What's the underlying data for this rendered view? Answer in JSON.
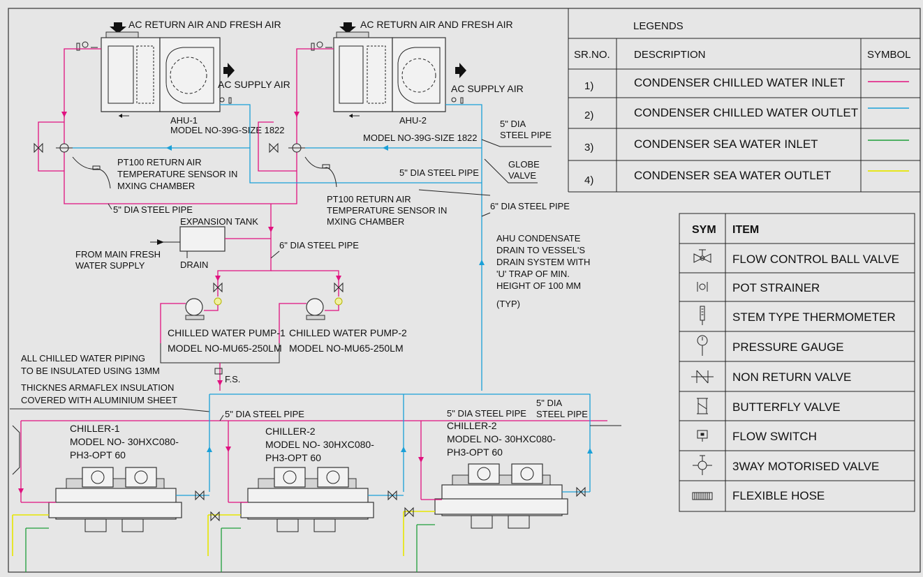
{
  "legend": {
    "title": "LEGENDS",
    "headers": [
      "SR.NO.",
      "DESCRIPTION",
      "SYMBOL"
    ],
    "rows": [
      {
        "no": "1)",
        "desc": "CONDENSER CHILLED WATER INLET",
        "color": "#e0117f"
      },
      {
        "no": "2)",
        "desc": "CONDENSER CHILLED WATER OUTLET",
        "color": "#1aa0d8"
      },
      {
        "no": "3)",
        "desc": "CONDENSER SEA WATER INLET",
        "color": "#1f9e3a"
      },
      {
        "no": "4)",
        "desc": "CONDENSER SEA WATER OUTLET",
        "color": "#e6e600"
      }
    ]
  },
  "symbols": {
    "headers": [
      "SYM",
      "ITEM"
    ],
    "rows": [
      {
        "icon": "flow-control-ball-valve-icon",
        "item": "FLOW CONTROL BALL VALVE"
      },
      {
        "icon": "pot-strainer-icon",
        "item": "POT STRAINER"
      },
      {
        "icon": "stem-thermometer-icon",
        "item": "STEM TYPE THERMOMETER"
      },
      {
        "icon": "pressure-gauge-icon",
        "item": "PRESSURE GAUGE"
      },
      {
        "icon": "non-return-valve-icon",
        "item": "NON RETURN VALVE"
      },
      {
        "icon": "butterfly-valve-icon",
        "item": "BUTTERFLY VALVE"
      },
      {
        "icon": "flow-switch-icon",
        "item": "FLOW SWITCH"
      },
      {
        "icon": "three-way-valve-icon",
        "item": "3WAY MOTORISED VALVE"
      },
      {
        "icon": "flexible-hose-icon",
        "item": "FLEXIBLE HOSE"
      }
    ]
  },
  "ahu1": {
    "intake": "AC RETURN AIR AND FRESH AIR",
    "supply": "AC SUPPLY AIR",
    "name": "AHU-1",
    "model": "MODEL NO-39G-SIZE 1822",
    "sensor": [
      "PT100 RETURN AIR",
      "TEMPERATURE SENSOR  IN",
      "MXING CHAMBER"
    ]
  },
  "ahu2": {
    "intake": "AC RETURN AIR AND FRESH AIR",
    "supply": "AC SUPPLY AIR",
    "name": "AHU-2",
    "model": "MODEL NO-39G-SIZE 1822",
    "sensor": [
      "PT100 RETURN AIR",
      "TEMPERATURE SENSOR  IN",
      "MXING CHAMBER"
    ]
  },
  "pipes": {
    "p5_dia_steel": "5\" DIA STEEL PIPE",
    "p5_dia_a": "5\" DIA",
    "p_steel_pipe": "STEEL PIPE",
    "p6_dia_steel": "6\" DIA STEEL PIPE",
    "globe": "GLOBE",
    "valve": "VALVE"
  },
  "expansion": {
    "title": "EXPANSION TANK",
    "drain": "DRAIN",
    "supply": [
      "FROM MAIN FRESH",
      "WATER SUPPLY"
    ]
  },
  "condensate": [
    "AHU CONDENSATE",
    "DRAIN TO VESSEL'S",
    "DRAIN SYSTEM WITH",
    "'U' TRAP OF MIN.",
    "HEIGHT OF 100 MM",
    "(TYP)"
  ],
  "pumps": {
    "pump1": "CHILLED WATER PUMP-1",
    "pump2": "CHILLED WATER PUMP-2",
    "model": "MODEL NO-MU65-250LM",
    "fs": "F.S."
  },
  "insulation": [
    "ALL CHILLED WATER PIPING",
    "TO BE INSULATED USING 13MM",
    "THICKNES ARMAFLEX INSULATION",
    "COVERED WITH ALUMINIUM SHEET"
  ],
  "chillers": [
    {
      "name": "CHILLER-1",
      "model": "MODEL NO- 30HXC080-",
      "opt": "PH3-OPT 60"
    },
    {
      "name": "CHILLER-2",
      "model": "MODEL NO- 30HXC080-",
      "opt": "PH3-OPT 60"
    },
    {
      "name": "CHILLER-2",
      "model": "MODEL NO- 30HXC080-",
      "opt": "PH3-OPT 60"
    }
  ]
}
